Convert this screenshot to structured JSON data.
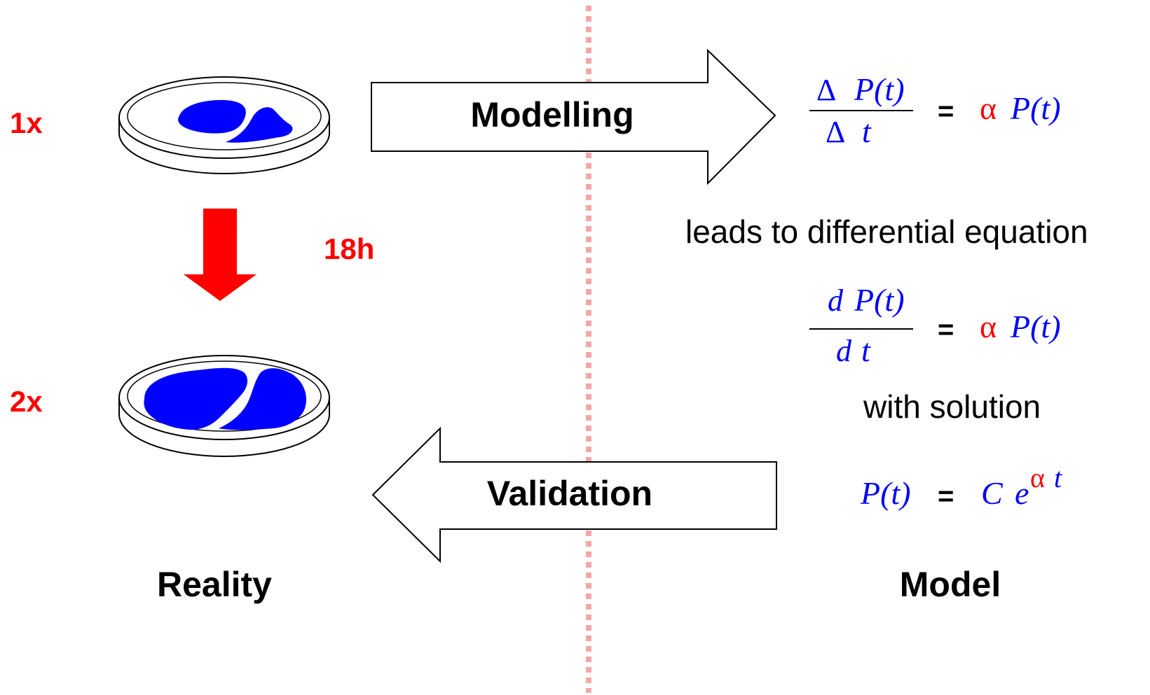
{
  "colors": {
    "red": "#ff0000",
    "blue": "#0000ff",
    "divider": "#f4a7a7",
    "black": "#000000"
  },
  "reality": {
    "label": "Reality",
    "before_label": "1x",
    "after_label": "2x",
    "time_label": "18h"
  },
  "model": {
    "label": "Model",
    "modelling_label": "Modelling",
    "validation_label": "Validation",
    "leads_text": "leads to differential equation",
    "solution_text": "with solution",
    "eq1": {
      "num_delta": "Δ",
      "num_func": "P(t)",
      "den_delta": "Δ",
      "den_var": "t",
      "equals": "=",
      "alpha": "α",
      "rhs": "P(t)"
    },
    "eq2": {
      "num_d": "d",
      "num_func": "P(t)",
      "den_d": "d",
      "den_var": "t",
      "equals": "=",
      "alpha": "α",
      "rhs": "P(t)"
    },
    "eq3": {
      "lhs": "P(t)",
      "equals": "=",
      "const": "C",
      "base": "e",
      "exp_alpha": "α",
      "exp_var": "t"
    }
  }
}
